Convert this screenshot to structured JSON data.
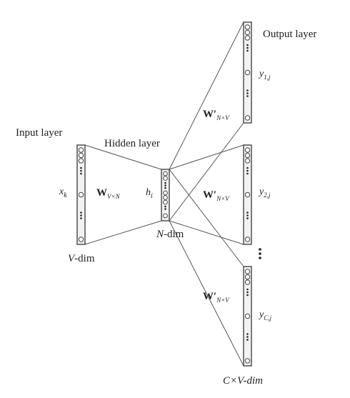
{
  "labels": {
    "input_layer": "Input layer",
    "hidden_layer": "Hidden layer",
    "output_layer": "Output layer"
  },
  "input": {
    "var_base": "x",
    "var_sub": "k",
    "dim_var": "V",
    "dim_suffix": "-dim"
  },
  "hidden": {
    "var_base": "h",
    "var_sub": "i",
    "dim_var": "N",
    "dim_suffix": "-dim"
  },
  "input_weight": {
    "base": "W",
    "sub": "V×N"
  },
  "output_weights": [
    {
      "base": "W′",
      "sub": "N×V"
    },
    {
      "base": "W′",
      "sub": "N×V"
    },
    {
      "base": "W′",
      "sub": "N×V"
    }
  ],
  "outputs": [
    {
      "var_base": "y",
      "var_sub": "1,j"
    },
    {
      "var_base": "y",
      "var_sub": "2,j"
    },
    {
      "var_base": "y",
      "var_sub": "C,j"
    }
  ],
  "output_dim": "C×V-dim",
  "colors": {
    "line": "#555555",
    "text": "#222222",
    "box_fill": "#f2f2f2"
  }
}
